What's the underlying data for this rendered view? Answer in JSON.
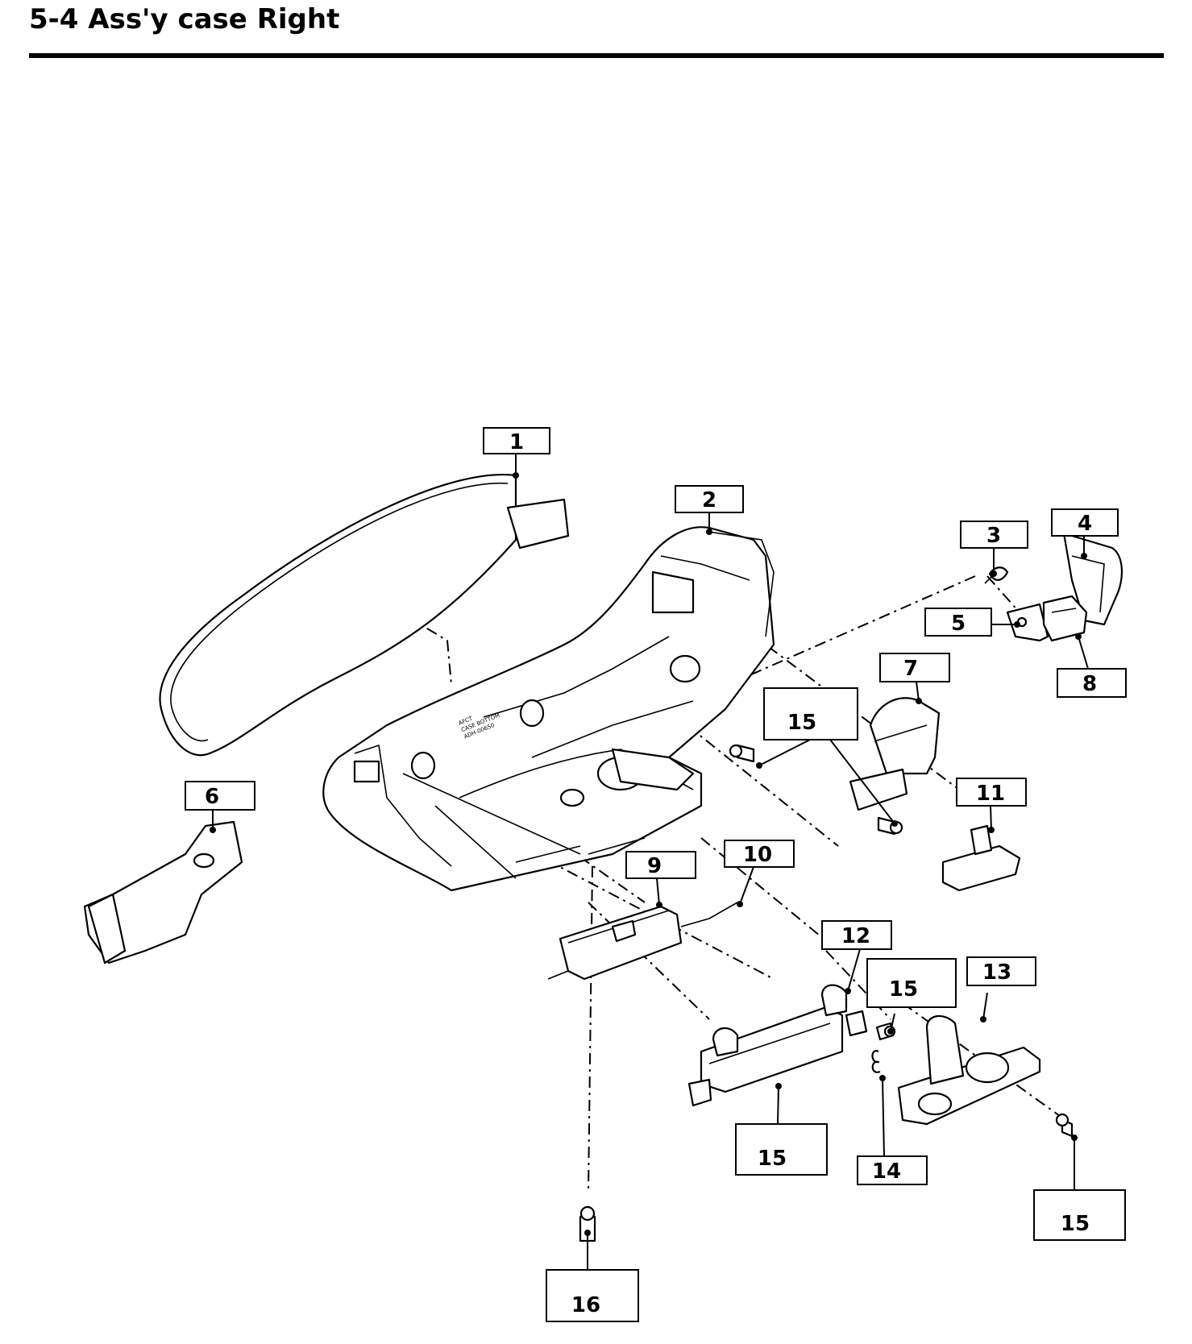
{
  "header": {
    "title": "5-4 Ass'y case Right"
  },
  "callouts": {
    "c1": "1",
    "c2": "2",
    "c3": "3",
    "c4": "4",
    "c5": "5",
    "c6": "6",
    "c7": "7",
    "c8": "8",
    "c9": "9",
    "c10": "10",
    "c11": "11",
    "c12": "12",
    "c13": "13",
    "c14": "14",
    "c15a": "15",
    "c15b": "15",
    "c15c": "15",
    "c15d": "15",
    "c16": "16"
  },
  "case_markings": {
    "line1": "AFCT",
    "line2": "CASE BOTTOM",
    "line3": "ADH-00650"
  }
}
